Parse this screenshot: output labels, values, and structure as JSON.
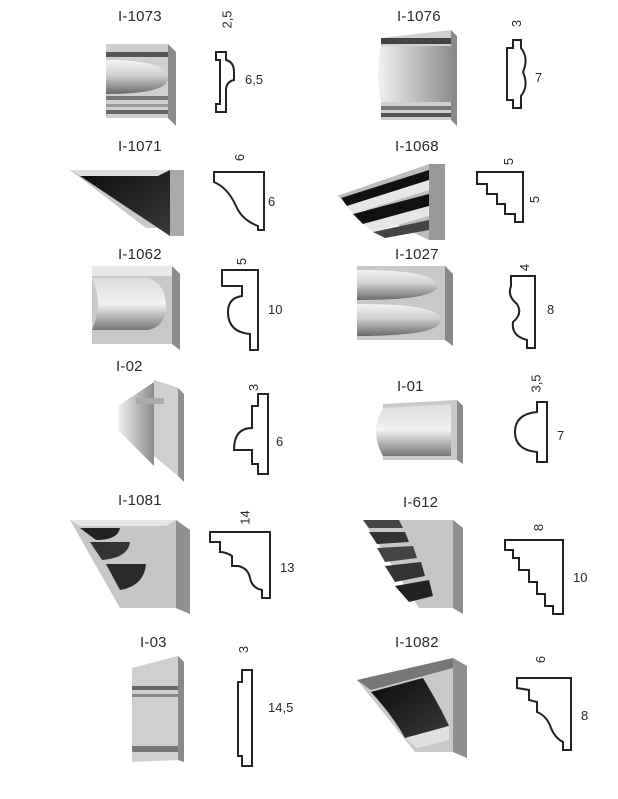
{
  "items": [
    {
      "code": "I-1073",
      "width": "2,5",
      "height": "6,5"
    },
    {
      "code": "I-1076",
      "width": "3",
      "height": "7"
    },
    {
      "code": "I-1071",
      "width": "6",
      "height": "6"
    },
    {
      "code": "I-1068",
      "width": "5",
      "height": "5"
    },
    {
      "code": "I-1062",
      "width": "5",
      "height": "10"
    },
    {
      "code": "I-1027",
      "width": "4",
      "height": "8"
    },
    {
      "code": "I-02",
      "width": "3",
      "height": "6"
    },
    {
      "code": "I-01",
      "width": "3,5",
      "height": "7"
    },
    {
      "code": "I-1081",
      "width": "14",
      "height": "13"
    },
    {
      "code": "I-612",
      "width": "8",
      "height": "10"
    },
    {
      "code": "I-03",
      "width": "3",
      "height": "14,5"
    },
    {
      "code": "I-1082",
      "width": "6",
      "height": "8"
    }
  ]
}
